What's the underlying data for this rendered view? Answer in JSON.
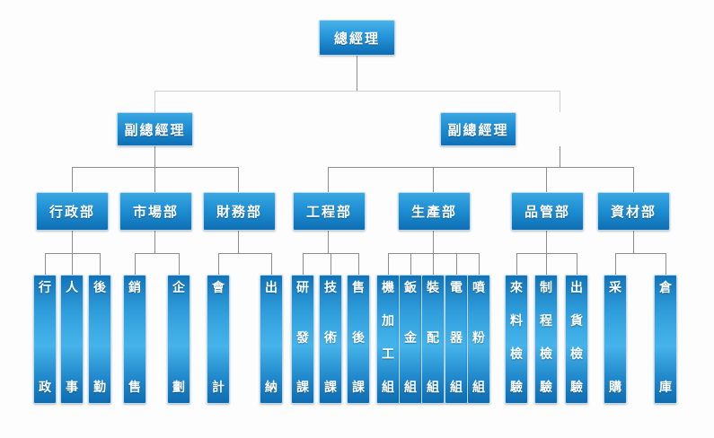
{
  "chart_data": {
    "type": "diagram",
    "diagram_kind": "organization-chart",
    "orientation": "top-down",
    "title": "",
    "language": "zh-Hant",
    "colors": {
      "node_fill_top": "#3aa7e0",
      "node_fill_bottom": "#0f6fb4",
      "node_border": "#b9d9ee",
      "node_text": "#ffffff",
      "connector": "#8c8c8c",
      "connector_light": "#cfcfcf",
      "background": "#fdfdfd"
    },
    "levels": 4,
    "node_count": 30
  },
  "root": {
    "id": "gm",
    "label": "總經理"
  },
  "deputies": [
    {
      "id": "vp1",
      "label": "副總經理"
    },
    {
      "id": "vp2",
      "label": "副總經理"
    }
  ],
  "departments": [
    {
      "id": "admin",
      "label": "行政部",
      "parent": "vp1"
    },
    {
      "id": "marketing",
      "label": "市場部",
      "parent": "vp1"
    },
    {
      "id": "finance",
      "label": "財務部",
      "parent": "vp1"
    },
    {
      "id": "engineering",
      "label": "工程部",
      "parent": "vp2"
    },
    {
      "id": "production",
      "label": "生產部",
      "parent": "vp2"
    },
    {
      "id": "qc",
      "label": "品管部",
      "parent": "vp2"
    },
    {
      "id": "materials",
      "label": "資材部",
      "parent": "vp2"
    }
  ],
  "units": [
    {
      "id": "u01",
      "label": "行政",
      "parent": "admin"
    },
    {
      "id": "u02",
      "label": "人事",
      "parent": "admin"
    },
    {
      "id": "u03",
      "label": "後勤",
      "parent": "admin"
    },
    {
      "id": "u04",
      "label": "銷售",
      "parent": "marketing"
    },
    {
      "id": "u05",
      "label": "企劃",
      "parent": "marketing"
    },
    {
      "id": "u06",
      "label": "會計",
      "parent": "finance"
    },
    {
      "id": "u07",
      "label": "出納",
      "parent": "finance"
    },
    {
      "id": "u08",
      "label": "研發課",
      "parent": "engineering"
    },
    {
      "id": "u09",
      "label": "技術課",
      "parent": "engineering"
    },
    {
      "id": "u10",
      "label": "售後課",
      "parent": "engineering"
    },
    {
      "id": "u11",
      "label": "機加工組",
      "parent": "production"
    },
    {
      "id": "u12",
      "label": "鈑金組",
      "parent": "production"
    },
    {
      "id": "u13",
      "label": "裝配組",
      "parent": "production"
    },
    {
      "id": "u14",
      "label": "電器組",
      "parent": "production"
    },
    {
      "id": "u15",
      "label": "噴粉組",
      "parent": "production"
    },
    {
      "id": "u16",
      "label": "來料檢驗",
      "parent": "qc"
    },
    {
      "id": "u17",
      "label": "制程檢驗",
      "parent": "qc"
    },
    {
      "id": "u18",
      "label": "出貨檢驗",
      "parent": "qc"
    },
    {
      "id": "u19",
      "label": "采購",
      "parent": "materials"
    },
    {
      "id": "u20",
      "label": "倉庫",
      "parent": "materials"
    }
  ]
}
